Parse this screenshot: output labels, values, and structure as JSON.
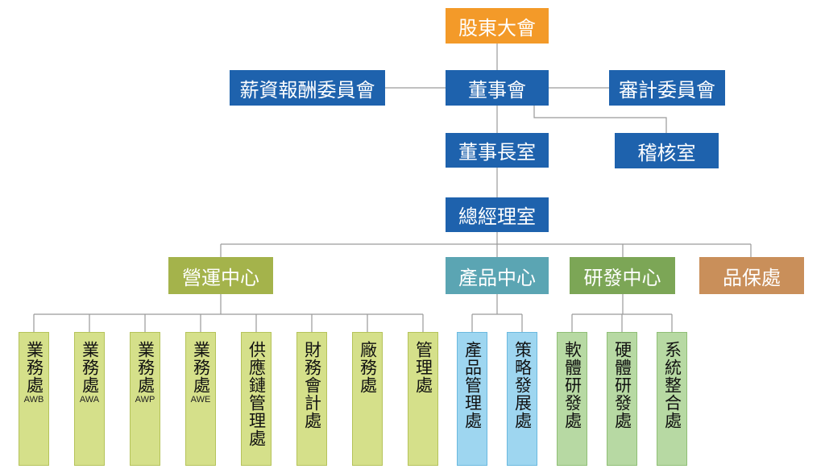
{
  "nodes": {
    "shareholders": "股東大會",
    "board": "董事會",
    "compensation_committee": "薪資報酬委員會",
    "audit_committee": "審計委員會",
    "chairman_office": "董事長室",
    "internal_audit": "稽核室",
    "gm_office": "總經理室",
    "operations_center": "營運中心",
    "product_center": "產品中心",
    "rd_center": "研發中心",
    "quality_assurance": "品保處"
  },
  "operations_units": [
    {
      "name": "業務處",
      "code": "AWB"
    },
    {
      "name": "業務處",
      "code": "AWA"
    },
    {
      "name": "業務處",
      "code": "AWP"
    },
    {
      "name": "業務處",
      "code": "AWE"
    },
    {
      "name": "供應鏈管理處",
      "code": ""
    },
    {
      "name": "財務會計處",
      "code": ""
    },
    {
      "name": "廠務處",
      "code": ""
    },
    {
      "name": "管理處",
      "code": ""
    }
  ],
  "product_units": [
    {
      "name": "產品管理處"
    },
    {
      "name": "策略發展處"
    }
  ],
  "rd_units": [
    {
      "name": "軟體研發處"
    },
    {
      "name": "硬體研發處"
    },
    {
      "name": "系統整合處"
    }
  ],
  "colors": {
    "shareholders": "#f39a29",
    "governance": "#1e62ad",
    "operations": "#a4b34b",
    "product": "#5ba5b3",
    "rd": "#7ca656",
    "quality": "#c98f5a",
    "operations_units": "#d5e08a",
    "product_units": "#9ed6f0",
    "rd_units": "#b7d9a3",
    "connector": "#9a9a9a"
  }
}
